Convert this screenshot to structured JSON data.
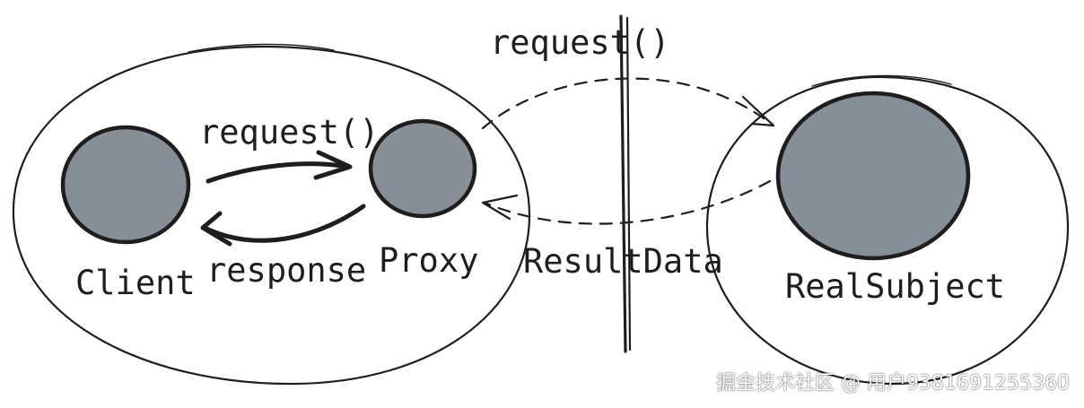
{
  "diagram": {
    "nodes": {
      "client": "Client",
      "proxy": "Proxy",
      "real_subject": "RealSubject"
    },
    "edges": {
      "client_to_proxy": "request()",
      "proxy_to_client": "response",
      "proxy_to_real_subject": "request()",
      "real_subject_to_proxy": "ResultData"
    }
  },
  "watermark": "掘金技术社区 @ 用户9381691255360",
  "colors": {
    "stroke": "#1e1e1e",
    "node_fill": "#868e96",
    "background": "#ffffff"
  }
}
